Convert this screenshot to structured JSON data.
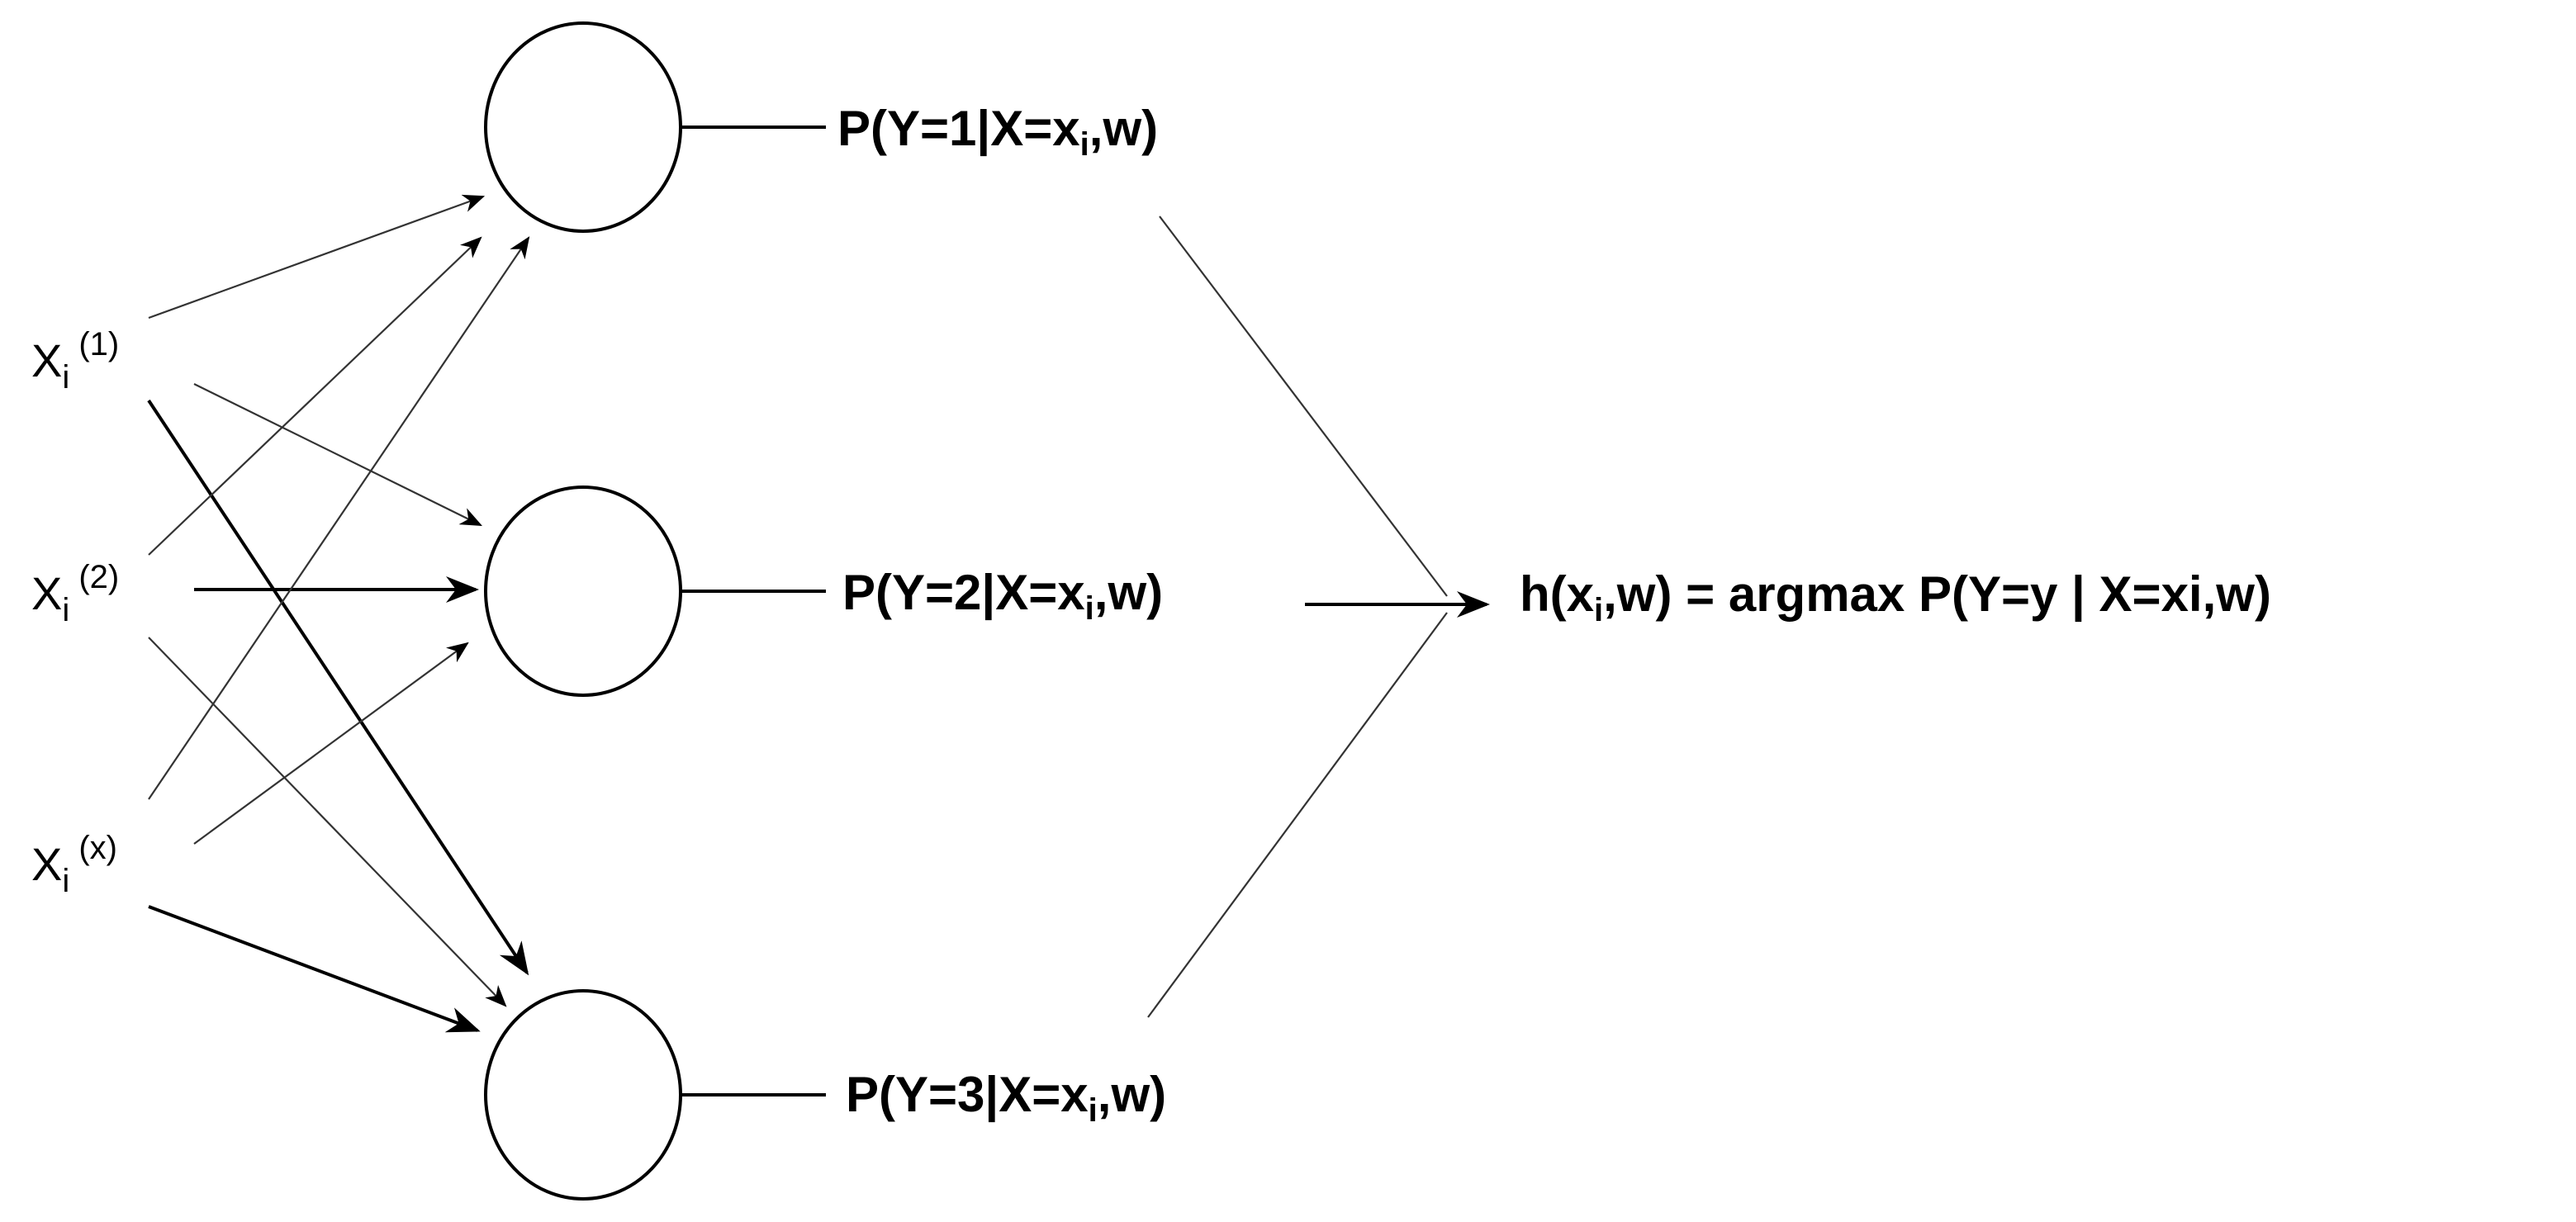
{
  "inputs": [
    {
      "base": "X",
      "sub": "i",
      "sup": " (1)"
    },
    {
      "base": "X",
      "sub": "i",
      "sup": " (2)"
    },
    {
      "base": "X",
      "sub": "i",
      "sup": " (x)"
    }
  ],
  "outputs": [
    {
      "pre": "P(Y=1|X=x",
      "sub": "i",
      "post": ",w)"
    },
    {
      "pre": "P(Y=2|X=x",
      "sub": "i",
      "post": ",w)"
    },
    {
      "pre": "P(Y=3|X=x",
      "sub": "i",
      "post": ",w)"
    }
  ],
  "hypothesis": {
    "pre": "h(x",
    "sub": "i",
    "post": ",w) = argmax P(Y=y | X=xi,w)"
  }
}
